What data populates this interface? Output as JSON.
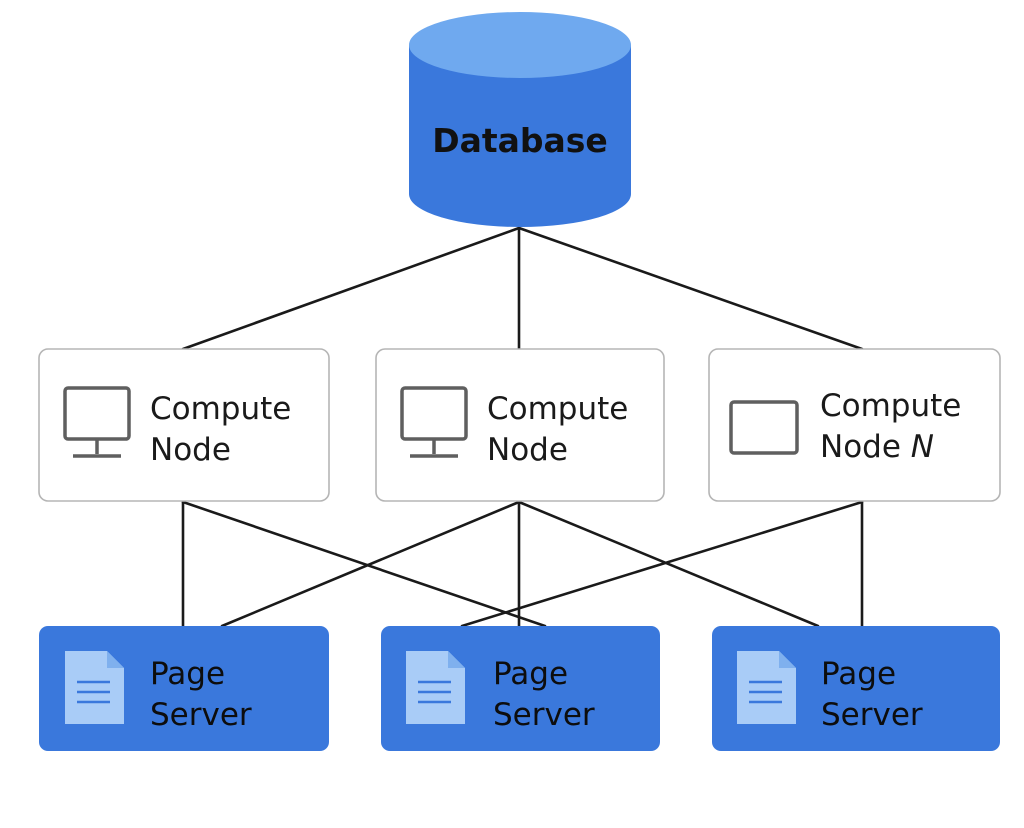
{
  "database": {
    "label": "Database"
  },
  "compute_nodes": [
    {
      "line1": "Compute",
      "line2": "Node",
      "icon": "monitor-icon"
    },
    {
      "line1": "Compute",
      "line2": "Node",
      "icon": "monitor-icon"
    },
    {
      "line1": "Compute",
      "line2": "Node ",
      "line2_italic": "N",
      "icon": "screen-icon"
    }
  ],
  "page_servers": [
    {
      "line1": "Page",
      "line2": "Server",
      "icon": "document-icon"
    },
    {
      "line1": "Page",
      "line2": "Server",
      "icon": "document-icon"
    },
    {
      "line1": "Page",
      "line2": "Server",
      "icon": "document-icon"
    }
  ],
  "colors": {
    "database_fill": "#3a78dc",
    "database_top": "#6fa9ef",
    "page_server_fill": "#3a78dc",
    "document_icon_fill": "#a9ccf7",
    "node_border": "#b5b5b5",
    "icon_gray": "#5f5f5f",
    "connector": "#1a1a1a"
  }
}
